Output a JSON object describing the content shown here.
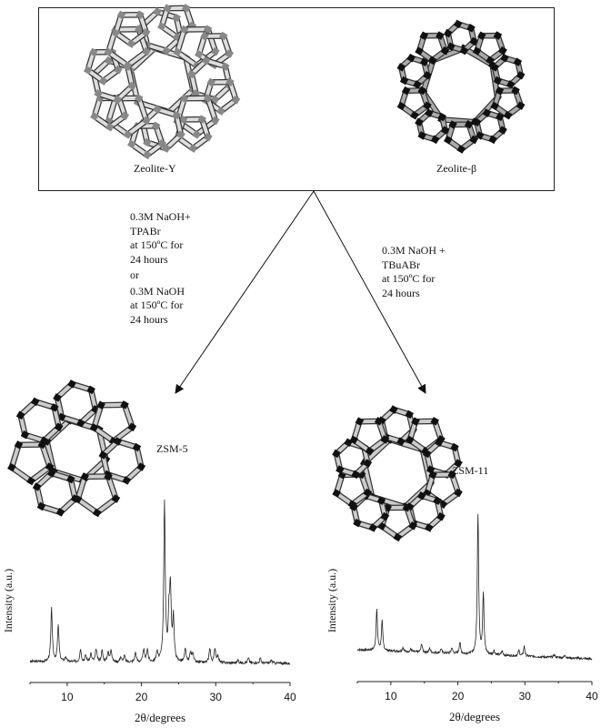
{
  "top_box": {
    "left_label": "Zeolite-Y",
    "right_label": "Zeolite-β"
  },
  "left_conditions": {
    "a": [
      "0.3M NaOH+",
      "TPABr",
      "at 150ºC for",
      "24 hours"
    ],
    "or": "or",
    "b": [
      "0.3M NaOH",
      "at 150ºC for",
      "24 hours"
    ]
  },
  "right_conditions": [
    "0.3M NaOH +",
    "TBuABr",
    "at 150ºC for",
    "24 hours"
  ],
  "products": {
    "left_label": "ZSM-5",
    "right_label": "ZSM-11"
  },
  "chart_data": [
    {
      "type": "line",
      "title": "ZSM-5",
      "xlabel": "2θ/degrees",
      "ylabel": "Intensity (a.u.)",
      "xlim": [
        5,
        40
      ],
      "xticks": [
        "10",
        "20",
        "30",
        "40"
      ],
      "peaks_relative_intensity": [
        [
          7.9,
          33
        ],
        [
          8.8,
          22
        ],
        [
          9.8,
          3
        ],
        [
          11.8,
          8
        ],
        [
          12.5,
          4
        ],
        [
          13.2,
          5
        ],
        [
          13.9,
          8
        ],
        [
          14.7,
          7
        ],
        [
          15.5,
          6
        ],
        [
          15.9,
          8
        ],
        [
          17.2,
          3
        ],
        [
          17.7,
          4
        ],
        [
          19.2,
          6
        ],
        [
          20.3,
          8
        ],
        [
          20.8,
          8
        ],
        [
          22.1,
          6
        ],
        [
          23.1,
          100
        ],
        [
          23.7,
          26
        ],
        [
          23.9,
          43
        ],
        [
          24.3,
          27
        ],
        [
          25.9,
          8
        ],
        [
          26.6,
          6
        ],
        [
          26.9,
          6
        ],
        [
          29.2,
          9
        ],
        [
          29.9,
          9
        ],
        [
          30.3,
          4
        ],
        [
          33.0,
          2
        ],
        [
          34.4,
          3
        ],
        [
          36.0,
          3
        ],
        [
          37.5,
          2
        ]
      ]
    },
    {
      "type": "line",
      "title": "ZSM-11",
      "xlabel": "2θ/degrees",
      "ylabel": "Intensity (a.u.)",
      "xlim": [
        5,
        40
      ],
      "xticks": [
        "10",
        "20",
        "30",
        "40"
      ],
      "peaks_relative_intensity": [
        [
          7.9,
          29
        ],
        [
          8.7,
          21
        ],
        [
          11.8,
          3
        ],
        [
          13.0,
          2
        ],
        [
          14.6,
          6
        ],
        [
          15.8,
          3
        ],
        [
          17.5,
          3
        ],
        [
          19.1,
          4
        ],
        [
          20.3,
          8
        ],
        [
          23.0,
          100
        ],
        [
          23.8,
          43
        ],
        [
          25.4,
          3
        ],
        [
          26.6,
          3
        ],
        [
          29.1,
          4
        ],
        [
          29.9,
          7
        ],
        [
          34.4,
          2
        ],
        [
          36.0,
          2
        ]
      ]
    }
  ]
}
